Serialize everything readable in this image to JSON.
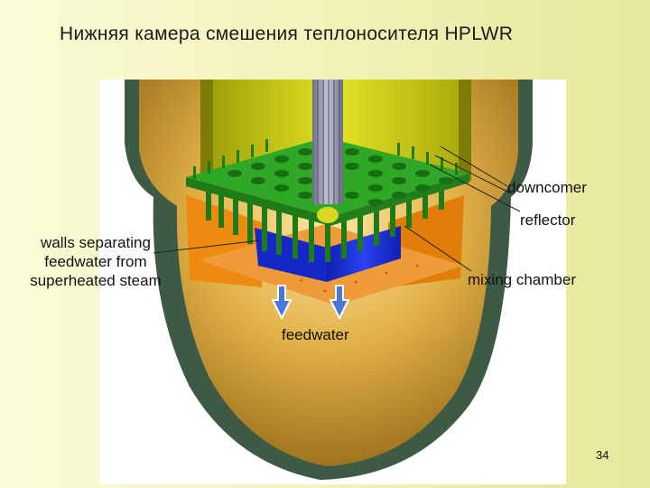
{
  "slide": {
    "title": "Нижняя камера смешения теплоносителя HPLWR",
    "page_number": "34"
  },
  "labels": {
    "downcomer": "downcomer",
    "reflector": "reflector",
    "walls": "walls separating feedwater from superheated steam",
    "mixing_chamber": "mixing chamber",
    "feedwater": "feedwater"
  },
  "colors": {
    "vessel_wall": "#3c5a44",
    "bottom_head_fill": "#c8901c",
    "core_plate": "#2fa828",
    "reflector_orange": "#ee8a10",
    "separating_walls": "#1a2ed6",
    "mixing_floor": "#f09a3a",
    "upper_downcomer": "#cfcf10",
    "feedwater_arrow": "#4a78d8"
  }
}
